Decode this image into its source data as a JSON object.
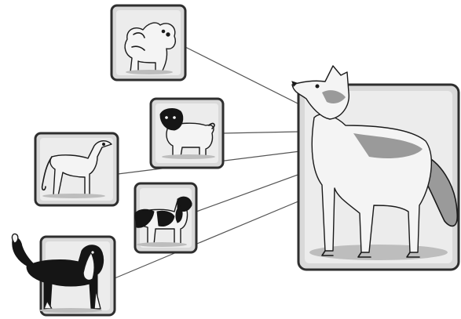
{
  "figure": {
    "central_subject": "wolf",
    "breeds": [
      "bichon-frise",
      "pug",
      "greyhound",
      "springer-spaniel",
      "bernese-mountain-dog"
    ],
    "colors": {
      "ink": "#1a1a1a",
      "panel_fill": "#d9d9d9",
      "connector": "#555555",
      "background": "#ffffff"
    }
  }
}
